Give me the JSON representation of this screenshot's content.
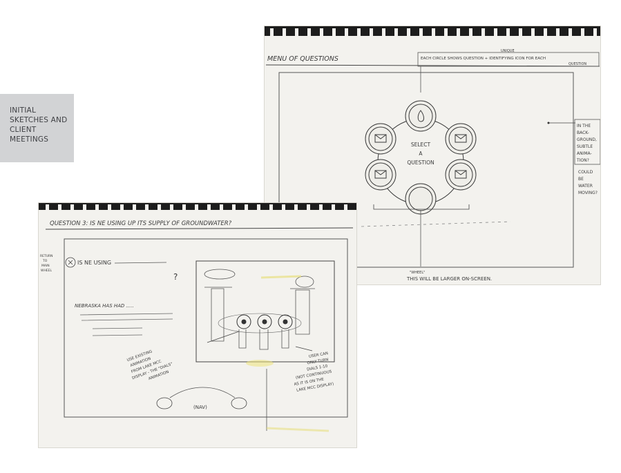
{
  "side_label": {
    "text": "INITIAL SKETCHES AND CLIENT MEETINGS"
  },
  "sketch_top": {
    "title": "MENU OF QUESTIONS",
    "note_small": "UNIQUE",
    "note_line1": "EACH CIRCLE SHOWS QUESTION + IDENTIFYING ICON FOR EACH",
    "note_line2": "QUESTION",
    "center_line1": "SELECT",
    "center_line2": "A",
    "center_line3": "QUESTION",
    "side_note_1": [
      "IN THE",
      "BACK-",
      "GROUND,",
      "SUBTLE",
      "ANIMA-",
      "TION?"
    ],
    "side_note_2": [
      "COULD",
      "BE",
      "WATER",
      "MOVING?"
    ],
    "bottom_small": "\"WHEEL\"",
    "bottom_note": "THIS WILL BE LARGER ON-SCREEN."
  },
  "sketch_bottom": {
    "title": "QUESTION 3: IS NE USING UP ITS SUPPLY OF GROUNDWATER?",
    "left_note": [
      "RETURN",
      "TO",
      "MAIN",
      "WHEEL"
    ],
    "question_text": "IS NE USING",
    "question_mark": "?",
    "body_text": "NEBRASKA HAS HAD .....",
    "anim_note": [
      "USE EXISTING",
      "ANIMATION",
      "FROM LAKE MCC",
      "DISPLAY - THE \"DIALS\"",
      "ANIMATION"
    ],
    "user_note": [
      "USER CAN",
      "ONLY TURN",
      "DIALS 1-10",
      "(NOT CONTINUOUS",
      "AS IT IS ON THE",
      "LAKE MCC DISPLAY)"
    ],
    "nav_label": "(NAV)"
  }
}
